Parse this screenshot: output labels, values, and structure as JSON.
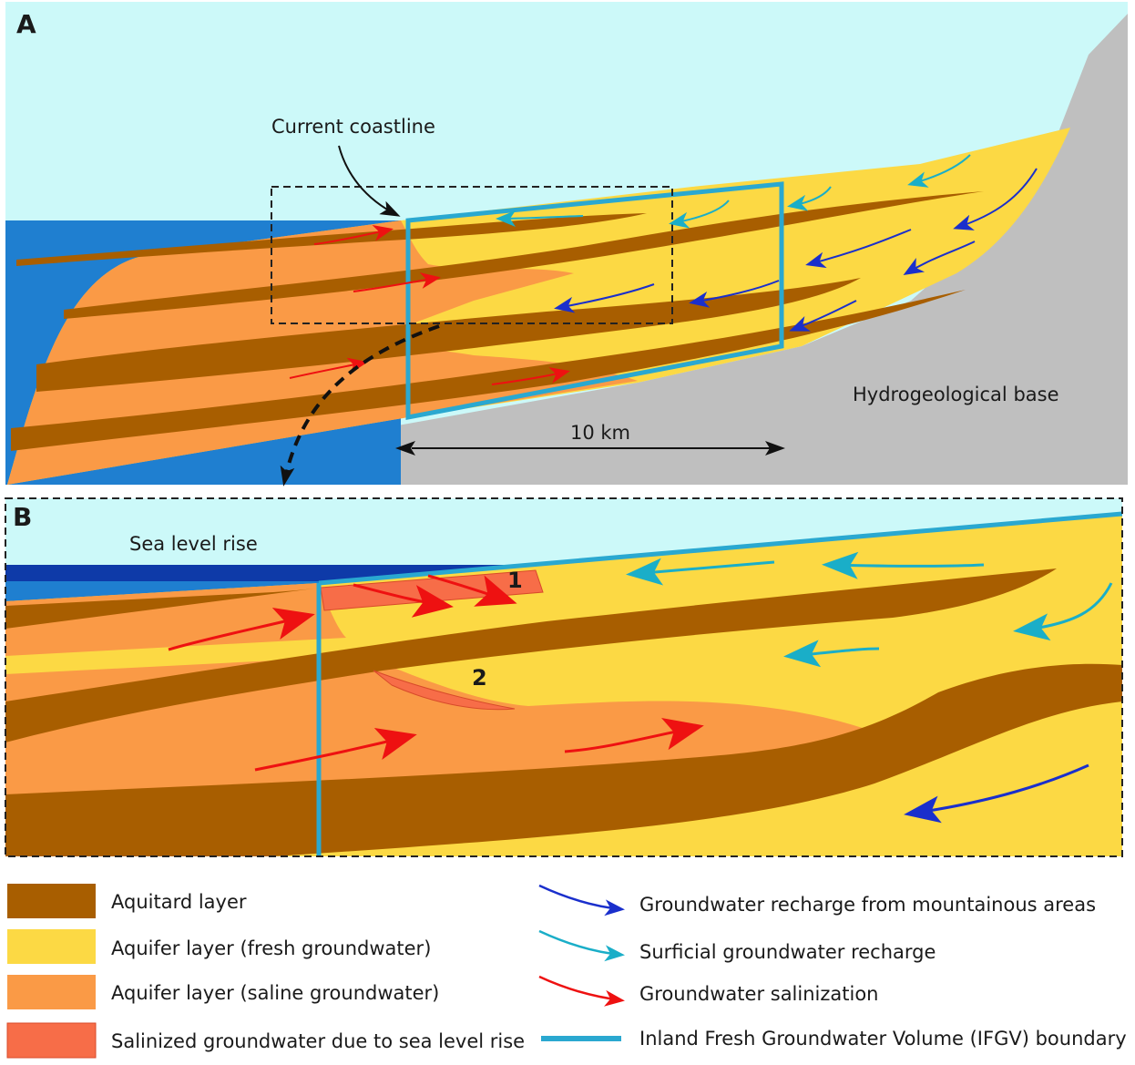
{
  "panels": {
    "a": {
      "letter": "A"
    },
    "b": {
      "letter": "B"
    }
  },
  "labels": {
    "current_coastline": "Current coastline",
    "hydrogeological_base": "Hydrogeological base",
    "scale": "10 km",
    "sea_level_rise": "Sea level rise",
    "marker_1": "1",
    "marker_2": "2"
  },
  "legend": {
    "left": [
      {
        "label": "Aquitard layer",
        "color": "#a85e00"
      },
      {
        "label": "Aquifer layer (fresh groundwater)",
        "color": "#fcd944"
      },
      {
        "label": "Aquifer layer (saline groundwater)",
        "color": "#fa9a46"
      },
      {
        "label": "Salinized groundwater due to sea level rise",
        "color": "#f76d48"
      }
    ],
    "right": [
      {
        "label": "Groundwater recharge from mountainous areas",
        "color": "#1a2fcc"
      },
      {
        "label": "Surficial groundwater recharge",
        "color": "#1aaec8"
      },
      {
        "label": "Groundwater salinization",
        "color": "#ee1111"
      },
      {
        "label": "Inland Fresh Groundwater Volume (IFGV) boundary",
        "color": "#2aa8d0"
      }
    ]
  },
  "colors": {
    "sky": "#ccf9f9",
    "sea": "#1f7fd0",
    "sea_rise": "#0e3aa8",
    "aquitard": "#a85e00",
    "fresh_aquifer": "#fcd944",
    "saline_aquifer": "#fa9a46",
    "salinized": "#f76d48",
    "bedrock": "#bfbfbf",
    "ifgv_boundary": "#2aa8d0"
  }
}
